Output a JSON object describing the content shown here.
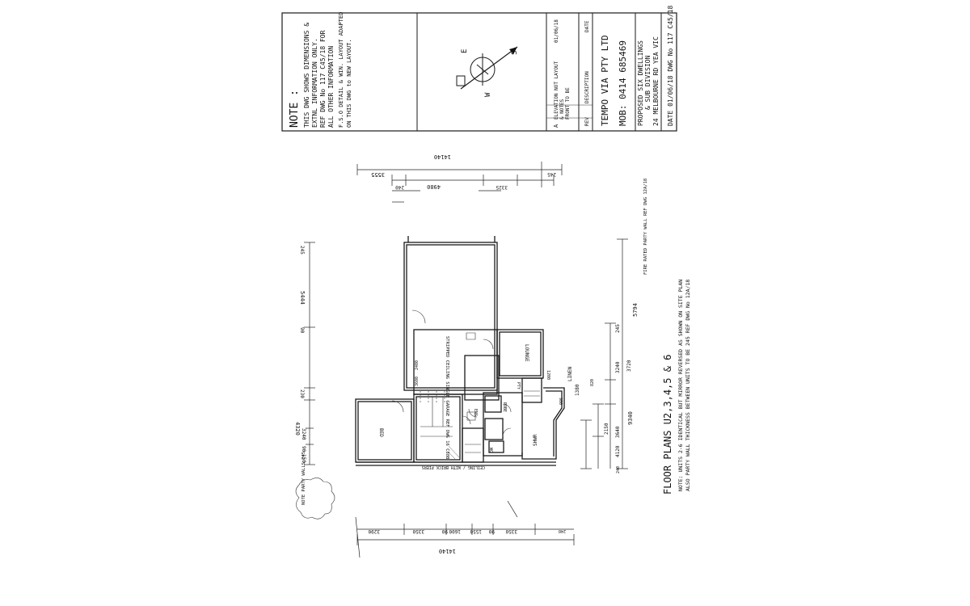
{
  "title_block": {
    "note_heading": "NOTE :",
    "note_lines": [
      "THIS DWG SHOWS DIMENSIONS &",
      "EXTNL INFORMATION ONLY.",
      "REF DWG No 117 C45/18 FOR",
      "ALL OTHER INFORMATION",
      "F.S.O DETAIL & WIN. LAYOUT ADAPTED",
      "ON THIS DWG to NEW LAYOUT."
    ],
    "compass_letters": [
      "E",
      "S",
      "W"
    ],
    "revision": {
      "rev_letter": "A",
      "rev_lines": [
        "ELEVATION NOT LAYOUT",
        "& NOTES",
        "FRONT TO BE"
      ],
      "rev_date": "01/06/18",
      "col_rev": "REV",
      "col_description": "DESCRIPTION",
      "col_date": "DATE"
    },
    "company": "TEMPO VIA PTY LTD",
    "mobile": "MOB: 0414 685469",
    "project_line1": "PROPOSED SIX DWELLINGS",
    "project_line2": "& SUB DIVISION",
    "address": "24 MELBOURNE RD YEA VIC",
    "date_line": "DATE 01/06/18 DWG No 117 C45/18"
  },
  "plan": {
    "heading": "FLOOR PLANS U2,3,4,5 & 6",
    "note1": "NOTE: UNITS 2-6 IDENTICAL BUT MIRROR REVERSED AS SHOWN ON SITE PLAN",
    "note2": "ALSO PARTY WALL THICKNESS BETWEEN UNITS TO BE 245 REF DWG No 12A/18",
    "garage_label": "STRIPPED CEILING SINGLE GARAGE REF DWG 16 C88B",
    "lounge_label": "LOUNGE",
    "bed_label": "BED",
    "linen_label": "LINEN",
    "robe_label": "ROBE",
    "wc_label": "WC",
    "ens_label": "ENS",
    "pantry_label": "PTY",
    "shower_label": "SHWR",
    "party_wall_note": "NOTE PARTY WALLS 245",
    "fire_note": "FIRE RATED PARTY WALL REF DWG 12A/18",
    "carport_label": "CEILING / WITH BRICK PIERS"
  },
  "dims": {
    "top_overall": "14140",
    "top_parts": [
      "3555",
      "240",
      "4980",
      "3325",
      "245"
    ],
    "bottom_overall": "14140",
    "bottom_parts": [
      "3290",
      "3350",
      "90",
      "1600",
      "1550",
      "90",
      "3350",
      "240"
    ],
    "left_parts": [
      "245",
      "5444",
      "90",
      "230",
      "4320",
      "3240",
      "90",
      "150"
    ],
    "right_parts": [
      "5794",
      "245",
      "3240",
      "3720",
      "2150",
      "3640",
      "4120",
      "9340",
      "240"
    ],
    "internal": [
      "2400",
      "3600",
      "1200",
      "900",
      "1380",
      "820",
      "1500",
      "1200",
      "900"
    ]
  }
}
